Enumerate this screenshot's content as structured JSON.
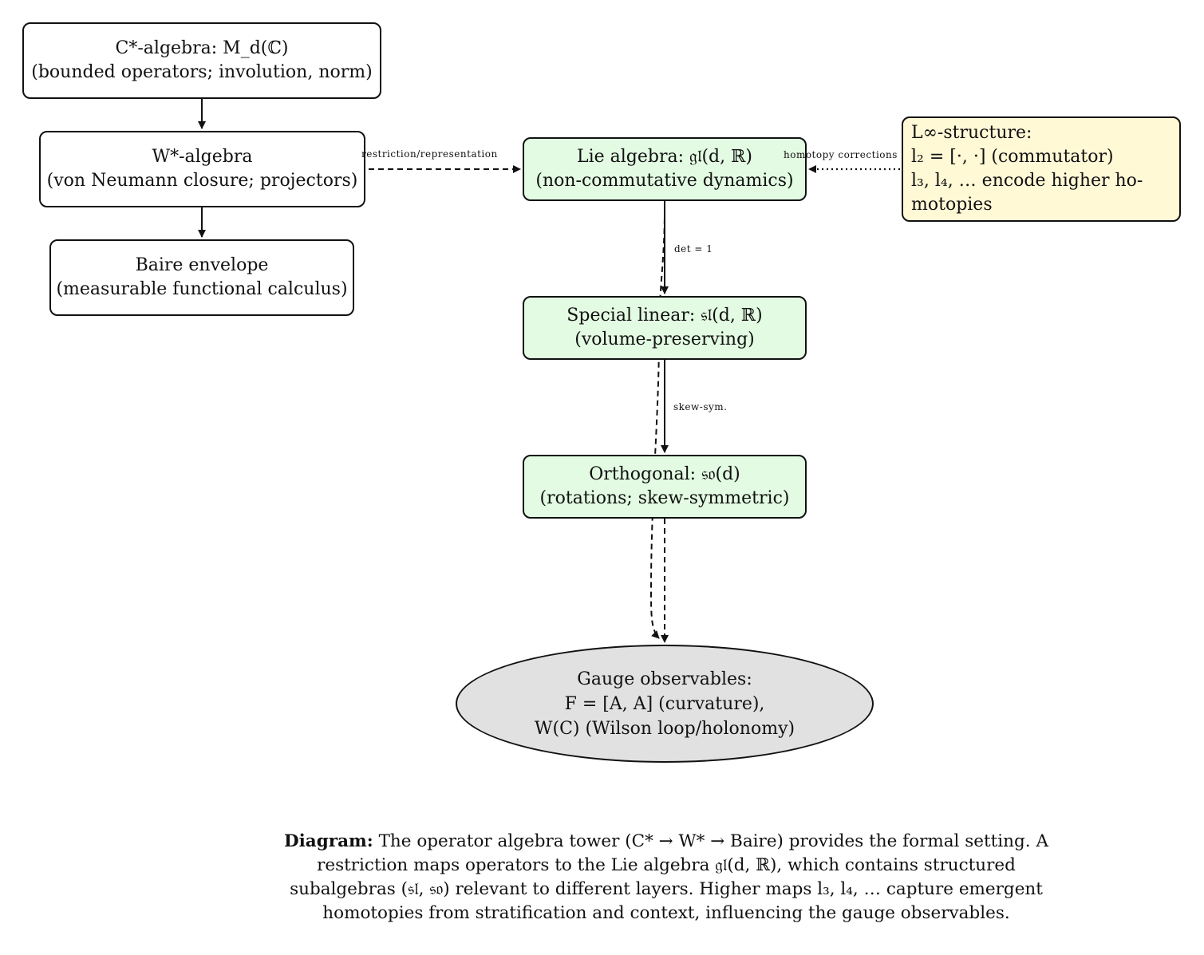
{
  "nodes": {
    "cstar": {
      "line1": "C*-algebra: M_d(ℂ)",
      "line2": "(bounded operators; involution, norm)"
    },
    "wstar": {
      "line1": "W*-algebra",
      "line2": "(von Neumann closure; projectors)"
    },
    "baire": {
      "line1": "Baire envelope",
      "line2": "(measurable functional calculus)"
    },
    "gl": {
      "line1": "Lie algebra: 𝔤𝔩(d, ℝ)",
      "line2": "(non-commutative dynamics)"
    },
    "sl": {
      "line1": "Special linear: 𝔰𝔩(d, ℝ)",
      "line2": "(volume-preserving)"
    },
    "so": {
      "line1": "Orthogonal: 𝔰𝔬(d)",
      "line2": "(rotations; skew-symmetric)"
    },
    "linf": {
      "line1": "L∞-structure:",
      "line2": "l₂ = [·, ·] (commutator)",
      "line3": "l₃, l₄, … encode higher ho-",
      "line4": "motopies"
    },
    "gauge": {
      "line1": "Gauge observables:",
      "line2": "F = [A, A] (curvature),",
      "line3": "W(C) (Wilson loop/holonomy)"
    }
  },
  "edge_labels": {
    "restriction": "restriction/representation",
    "homotopy": "homotopy corrections",
    "det": "det = 1",
    "skew": "skew-sym."
  },
  "caption": {
    "bold": "Diagram:",
    "text": "The operator algebra tower (C* → W* → Baire) provides the formal setting. A restriction maps operators to the Lie algebra 𝔤𝔩(d, ℝ), which contains structured subalgebras (𝔰𝔩, 𝔰𝔬) relevant to different layers. Higher maps l₃, l₄, … capture emergent homotopies from stratification and context, influencing the gauge observables."
  },
  "colors": {
    "lie_fill": "#e2fbe2",
    "linf_fill": "#fff9d6",
    "gauge_fill": "#e1e1e1",
    "stroke": "#111111"
  }
}
